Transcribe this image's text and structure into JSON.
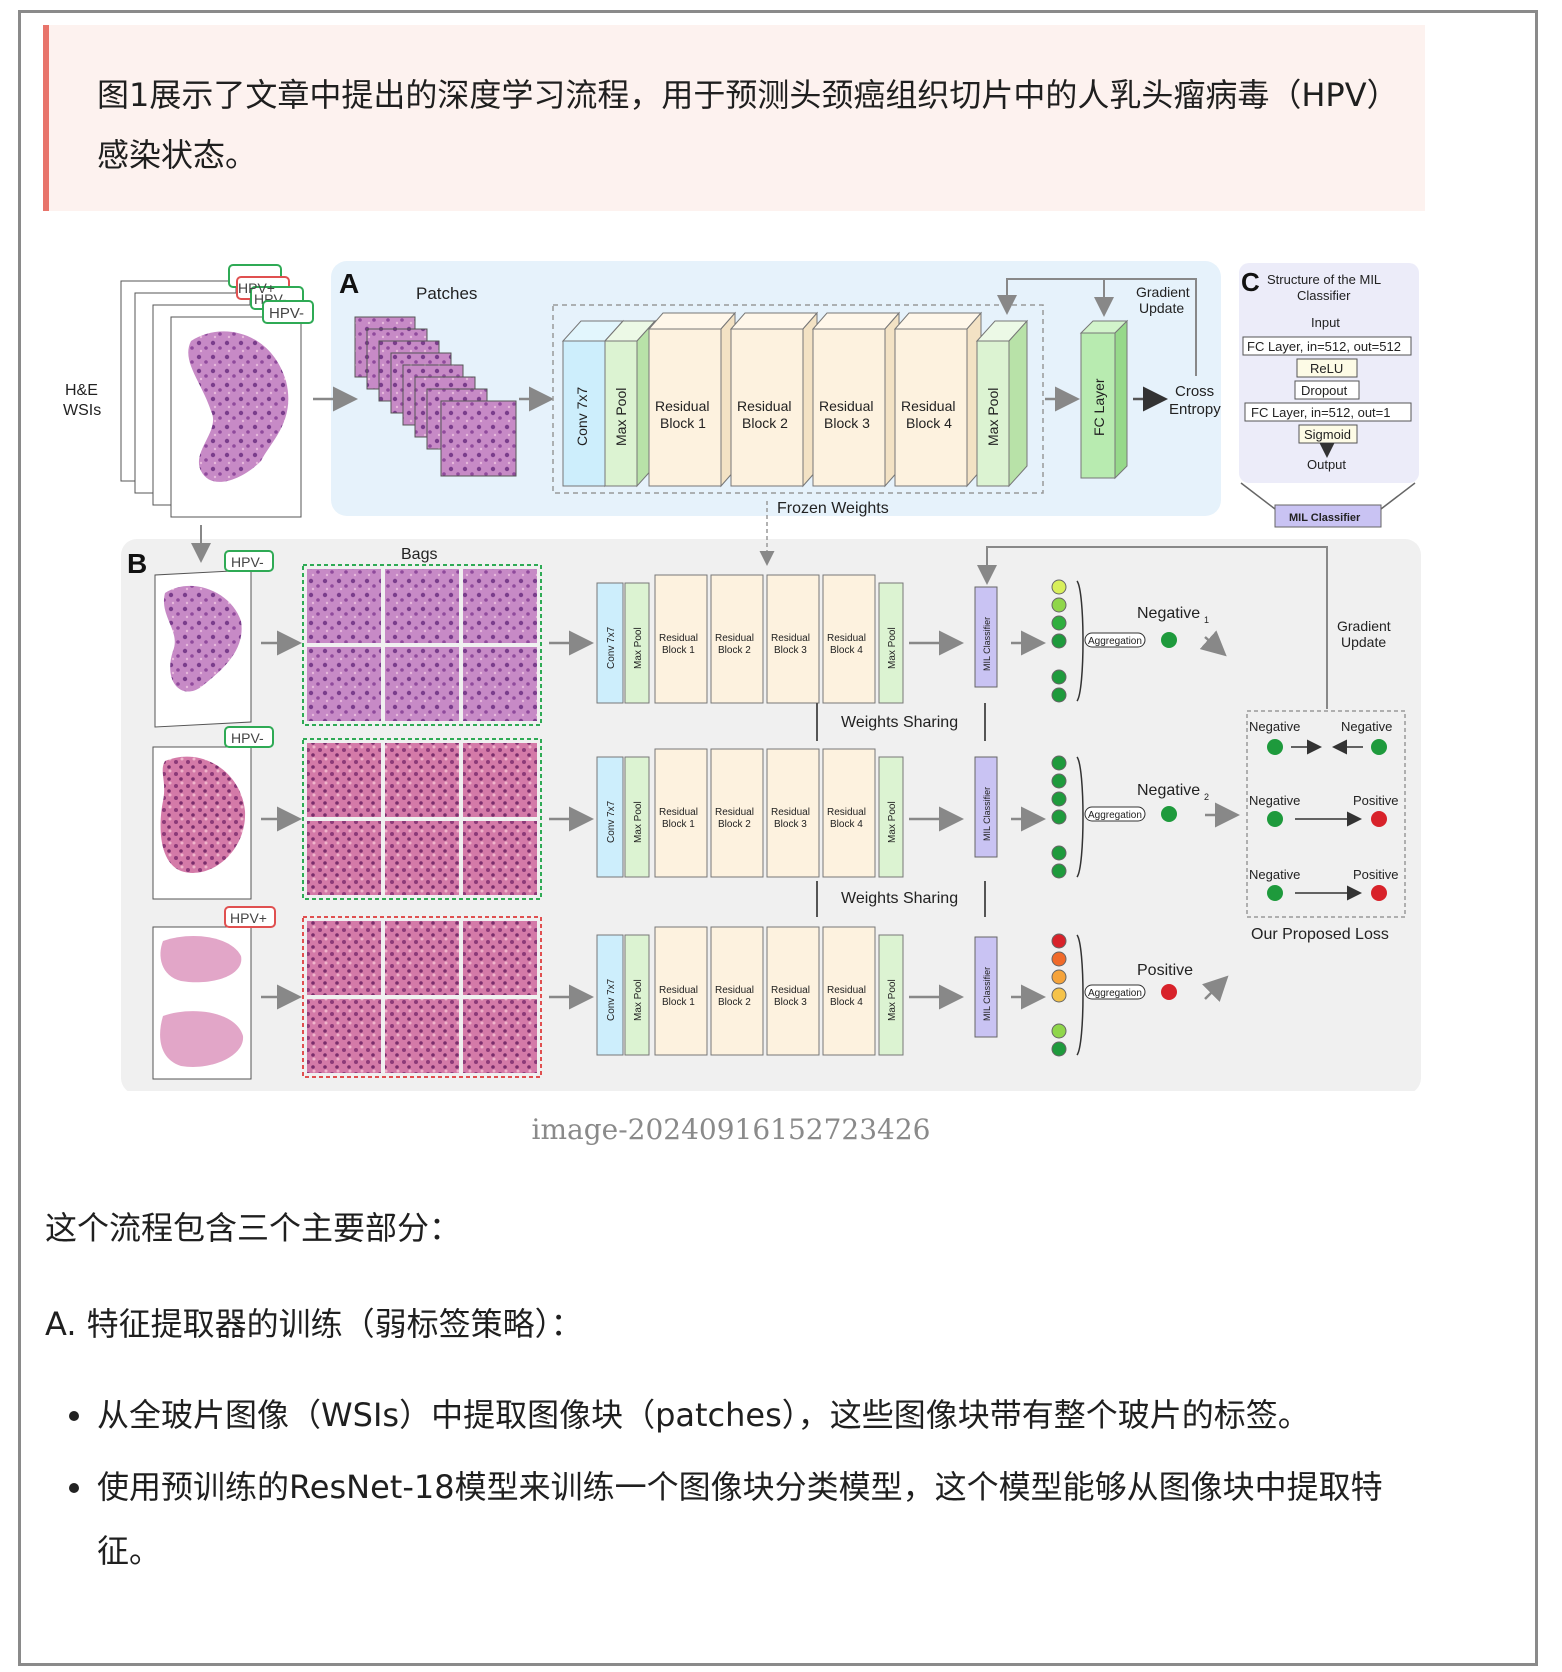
{
  "intro": "图1展示了文章中提出的深度学习流程，用于预测头颈癌组织切片中的人乳头瘤病毒（HPV）感染状态。",
  "figure": {
    "panel_a": "A",
    "panel_b": "B",
    "panel_c": "C",
    "he_wsis": [
      "H&E",
      "WSIs"
    ],
    "hpv_pos": "HPV+",
    "hpv_neg": "HPV-",
    "patches": "Patches",
    "bags": "Bags",
    "conv": "Conv 7x7",
    "max_pool": "Max Pool",
    "residual": [
      "Residual",
      "Block 1",
      "Block 2",
      "Block 3",
      "Block 4"
    ],
    "fc_layer": "FC Layer",
    "gradient_update": [
      "Gradient",
      "Update"
    ],
    "cross_entropy": [
      "Cross",
      "Entropy"
    ],
    "frozen_weights": "Frozen Weights",
    "weights_sharing": "Weights Sharing",
    "mil_classifier": "MIL Classifier",
    "aggregation": "Aggregation",
    "negative": "Negative",
    "positive": "Positive",
    "sub1": "1",
    "sub2": "2",
    "our_loss": "Our Proposed Loss",
    "c_title": [
      "Structure of the MIL",
      "Classifier"
    ],
    "c_input": "Input",
    "c_fc1": "FC Layer, in=512, out=512",
    "c_relu": "ReLU",
    "c_dropout": "Dropout",
    "c_fc2": "FC Layer, in=512, out=1",
    "c_sigmoid": "Sigmoid",
    "c_output": "Output"
  },
  "caption": "image-20240916152723426",
  "para1": "这个流程包含三个主要部分：",
  "para2": "A. 特征提取器的训练（弱标签策略）：",
  "bullets": [
    "从全玻片图像（WSIs）中提取图像块（patches），这些图像块带有整个玻片的标签。",
    "使用预训练的ResNet-18模型来训练一个图像块分类模型，这个模型能够从图像块中提取特征。"
  ],
  "colors": {
    "quote_border": "#e8746b",
    "quote_bg": "#fdf2ef",
    "panel_a_bg": "#e6f2fb",
    "panel_b_bg": "#f0f0f0",
    "panel_c_bg": "#ececf9",
    "green_dot": "#1e9a3c",
    "red_dot": "#d8222a",
    "tissue": "#b46ab4"
  }
}
